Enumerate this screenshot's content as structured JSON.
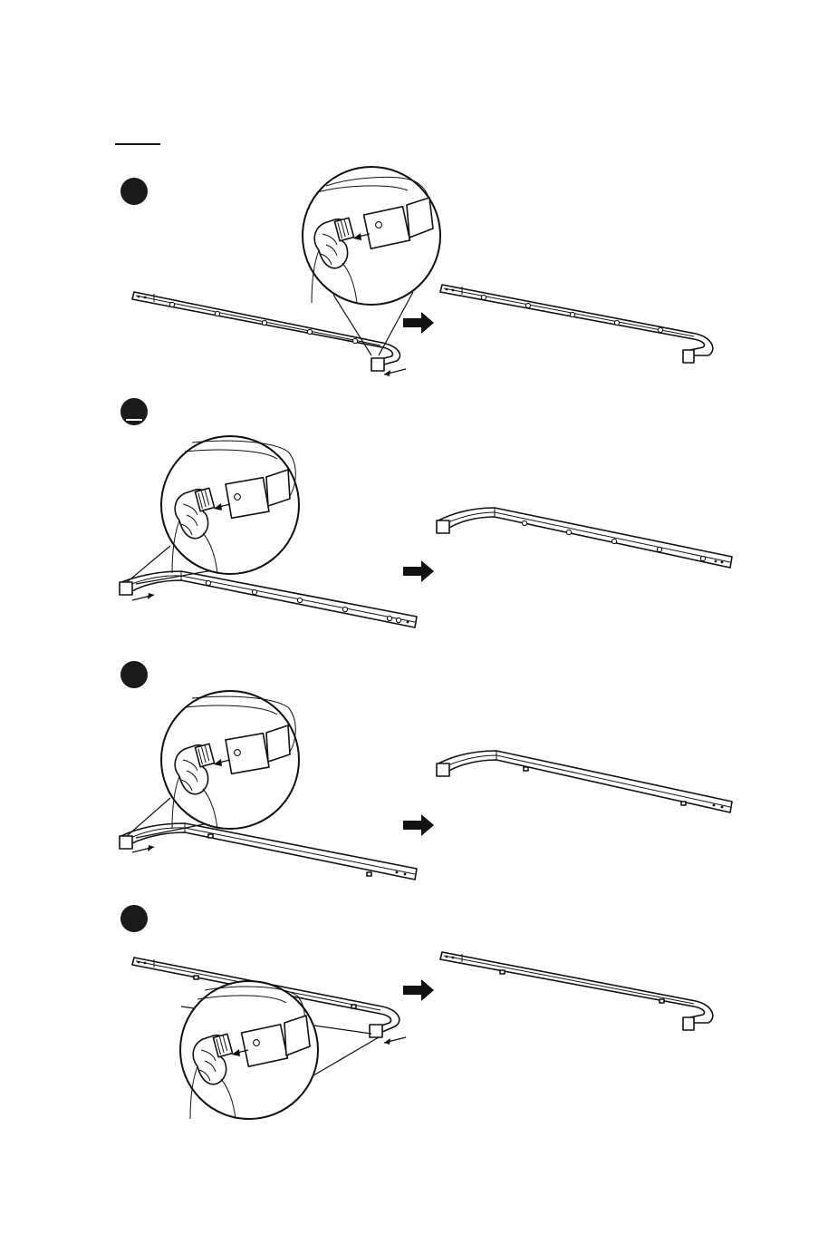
{
  "page": {
    "background": "#ffffff",
    "ink": "#111111"
  },
  "steps": [
    {
      "id": 1,
      "label": "",
      "icon": "step-number-badge"
    },
    {
      "id": 2,
      "label": "",
      "icon": "step-number-badge"
    },
    {
      "id": 3,
      "label": "",
      "icon": "step-number-badge"
    },
    {
      "id": 4,
      "label": "",
      "icon": "step-number-badge"
    }
  ],
  "icons": {
    "transition": "right-arrow-icon",
    "detail": "magnifier-detail-icon",
    "hand": "hand-pressing-cap-icon"
  }
}
